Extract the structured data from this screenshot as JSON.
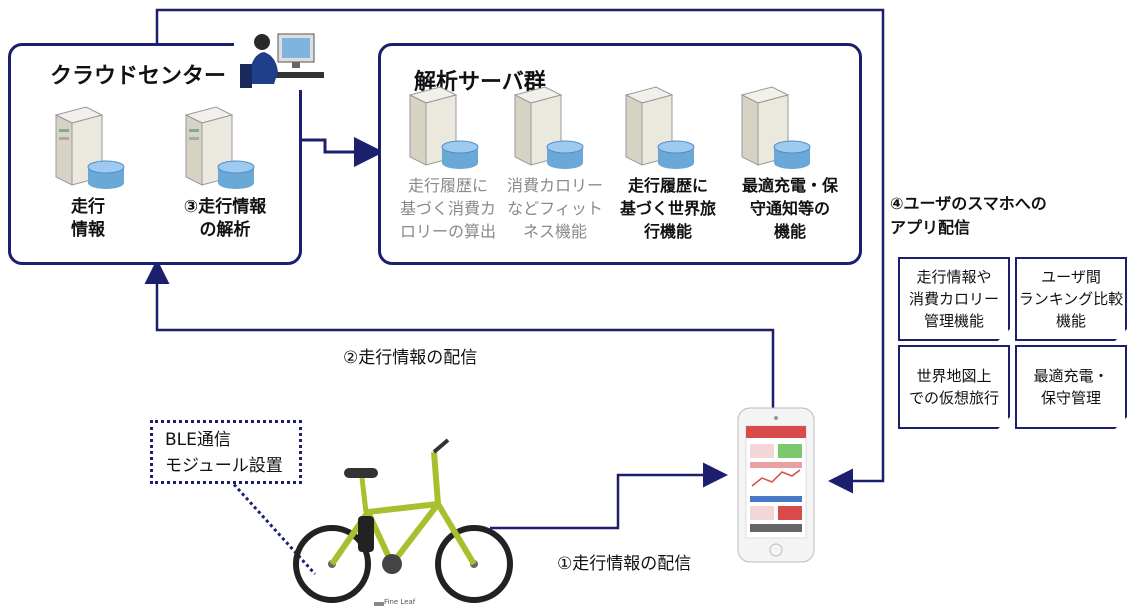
{
  "cloud": {
    "title": "クラウドセンター",
    "server1_label": "走行\n情報",
    "server2_label": "③走行情報\nの解析"
  },
  "analysis": {
    "title": "解析サーバ群",
    "servers": [
      {
        "label": "走行履歴に\n基づく消費カ\nロリーの算出",
        "style": "gray"
      },
      {
        "label": "消費カロリー\nなどフィット\nネス機能",
        "style": "gray"
      },
      {
        "label": "走行履歴に\n基づく世界旅\n行機能",
        "style": "bold"
      },
      {
        "label": "最適充電・保\n守通知等の\n機能",
        "style": "bold"
      }
    ]
  },
  "flows": {
    "app_delivery": "④ユーザのスマホへの\nアプリ配信",
    "info_to_cloud": "②走行情報の配信",
    "info_to_phone": "①走行情報の配信"
  },
  "app_features": [
    "走行情報や\n消費カロリー\n管理機能",
    "ユーザ間\nランキング比較\n機能",
    "世界地図上\nでの仮想旅行",
    "最適充電・\n保守管理"
  ],
  "ble": {
    "label": "BLE通信\nモジュール設置"
  },
  "bike": {
    "brand": "Fine Leaf"
  },
  "colors": {
    "line": "#1b1f6e",
    "bike_frame": "#a9bf2e",
    "server_body": "#e9e6dc",
    "disk": "#6aa8d8"
  }
}
